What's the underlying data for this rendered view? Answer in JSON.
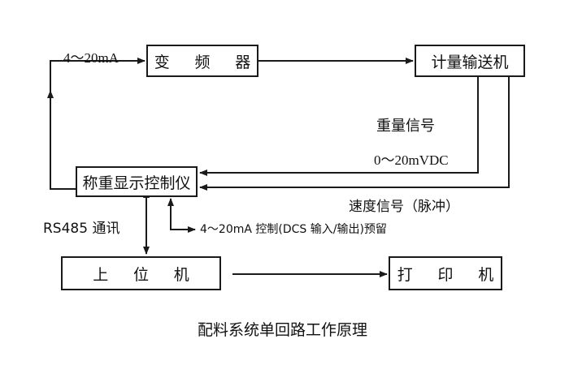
{
  "diagram": {
    "caption": "配料系统单回路工作原理",
    "boxes": [
      {
        "id": "inverter",
        "label": "变 频 器"
      },
      {
        "id": "conveyor",
        "label": "计量输送机"
      },
      {
        "id": "controller",
        "label": "称重显示控制仪"
      },
      {
        "id": "host",
        "label": "上 位 机"
      },
      {
        "id": "printer",
        "label": "打 印 机"
      }
    ],
    "labels": {
      "current_loop": "4～20mA",
      "weight_signal": "重量信号",
      "weight_range": "0～20mVDC",
      "speed_signal": "速度信号（脉冲）",
      "rs485": "RS485 通讯",
      "dcs_reserved": "4～20mA 控制(DCS 输入/输出)预留"
    },
    "colors": {
      "stroke": "#1a1a1a",
      "text": "#111111",
      "background": "#ffffff"
    }
  }
}
